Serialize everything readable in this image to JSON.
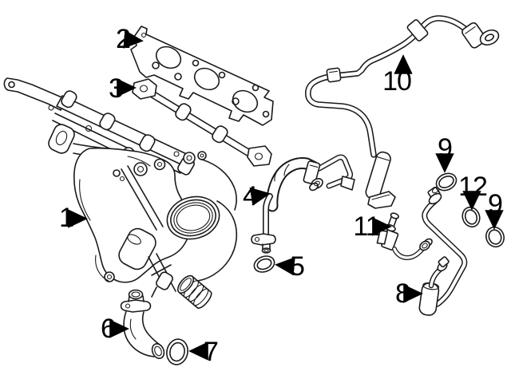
{
  "diagram": {
    "type": "exploded-parts-diagram",
    "background_color": "#ffffff",
    "line_color": "#1a1a1a",
    "label_color": "#000000",
    "callouts": [
      {
        "number": "1",
        "arrow": "right"
      },
      {
        "number": "2",
        "arrow": "right"
      },
      {
        "number": "3",
        "arrow": "right"
      },
      {
        "number": "4",
        "arrow": "right"
      },
      {
        "number": "5",
        "arrow": "left"
      },
      {
        "number": "6",
        "arrow": "right"
      },
      {
        "number": "7",
        "arrow": "left"
      },
      {
        "number": "8",
        "arrow": "right"
      },
      {
        "number": "9",
        "arrow": "down"
      },
      {
        "number": "10",
        "arrow": "up"
      },
      {
        "number": "11",
        "arrow": "right"
      },
      {
        "number": "12",
        "arrow": "down"
      },
      {
        "number": "9",
        "arrow": "down"
      }
    ]
  }
}
